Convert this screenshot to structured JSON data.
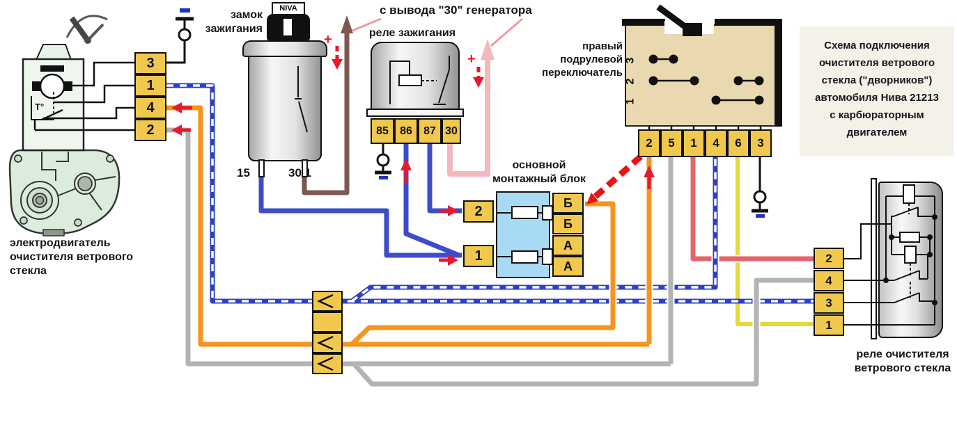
{
  "title_box": {
    "lines": [
      "Схема подключения",
      "очистителя ветрового",
      "стекла (\"дворников\")",
      "автомобиля Нива 21213",
      "с карбюраторным",
      "двигателем"
    ]
  },
  "labels": {
    "generator_feed": "с вывода \"30\" генератора",
    "ignition_lock": [
      "замок",
      "зажигания"
    ],
    "ignition_relay": "реле зажигания",
    "column_switch": [
      "правый",
      "подрулевой",
      "переключатель"
    ],
    "mounting_block": [
      "основной",
      "монтажный блок"
    ],
    "motor": [
      "электродвигатель",
      "очистителя ветрового",
      "стекла"
    ],
    "wiper_relay": [
      "реле очистителя",
      "ветрового стекла"
    ],
    "niva": "NIVA",
    "terminal_15": "15",
    "terminal_30_1": "30/1",
    "t_mark": "T°",
    "plus": "+"
  },
  "motor_connector": {
    "pins": [
      "3",
      "1",
      "4",
      "2"
    ]
  },
  "ignition_relay": {
    "pins": [
      "85",
      "86",
      "87",
      "30"
    ]
  },
  "column_switch": {
    "rows": [
      "3",
      "2",
      "1"
    ],
    "pins": [
      "2",
      "5",
      "1",
      "4",
      "6",
      "3"
    ]
  },
  "mounting_block": {
    "left_pins": [
      "2",
      "1"
    ],
    "right_pins": [
      "Б",
      "Б",
      "А",
      "А"
    ]
  },
  "wiper_relay": {
    "pins": [
      "2",
      "4",
      "3",
      "1"
    ]
  },
  "wire_colors": {
    "blue": "#3d4cc8",
    "blue_white_dashed": "#2e3fc4",
    "orange": "#f5951e",
    "gray": "#b3b3b3",
    "yellow": "#e5d83b",
    "salmon": "#e4646c",
    "pale_pink": "#f2b8bc",
    "brown": "#7d5750",
    "red_dashed": "#ee1111",
    "arrow_red": "#e8192c",
    "terminal_yellow": "#f1c84e",
    "fuse_block_blue": "#a9daf3",
    "switch_beige": "#e9d8b0",
    "motor_green": "#e7f1e7",
    "title_bg": "#f3f1e8"
  }
}
